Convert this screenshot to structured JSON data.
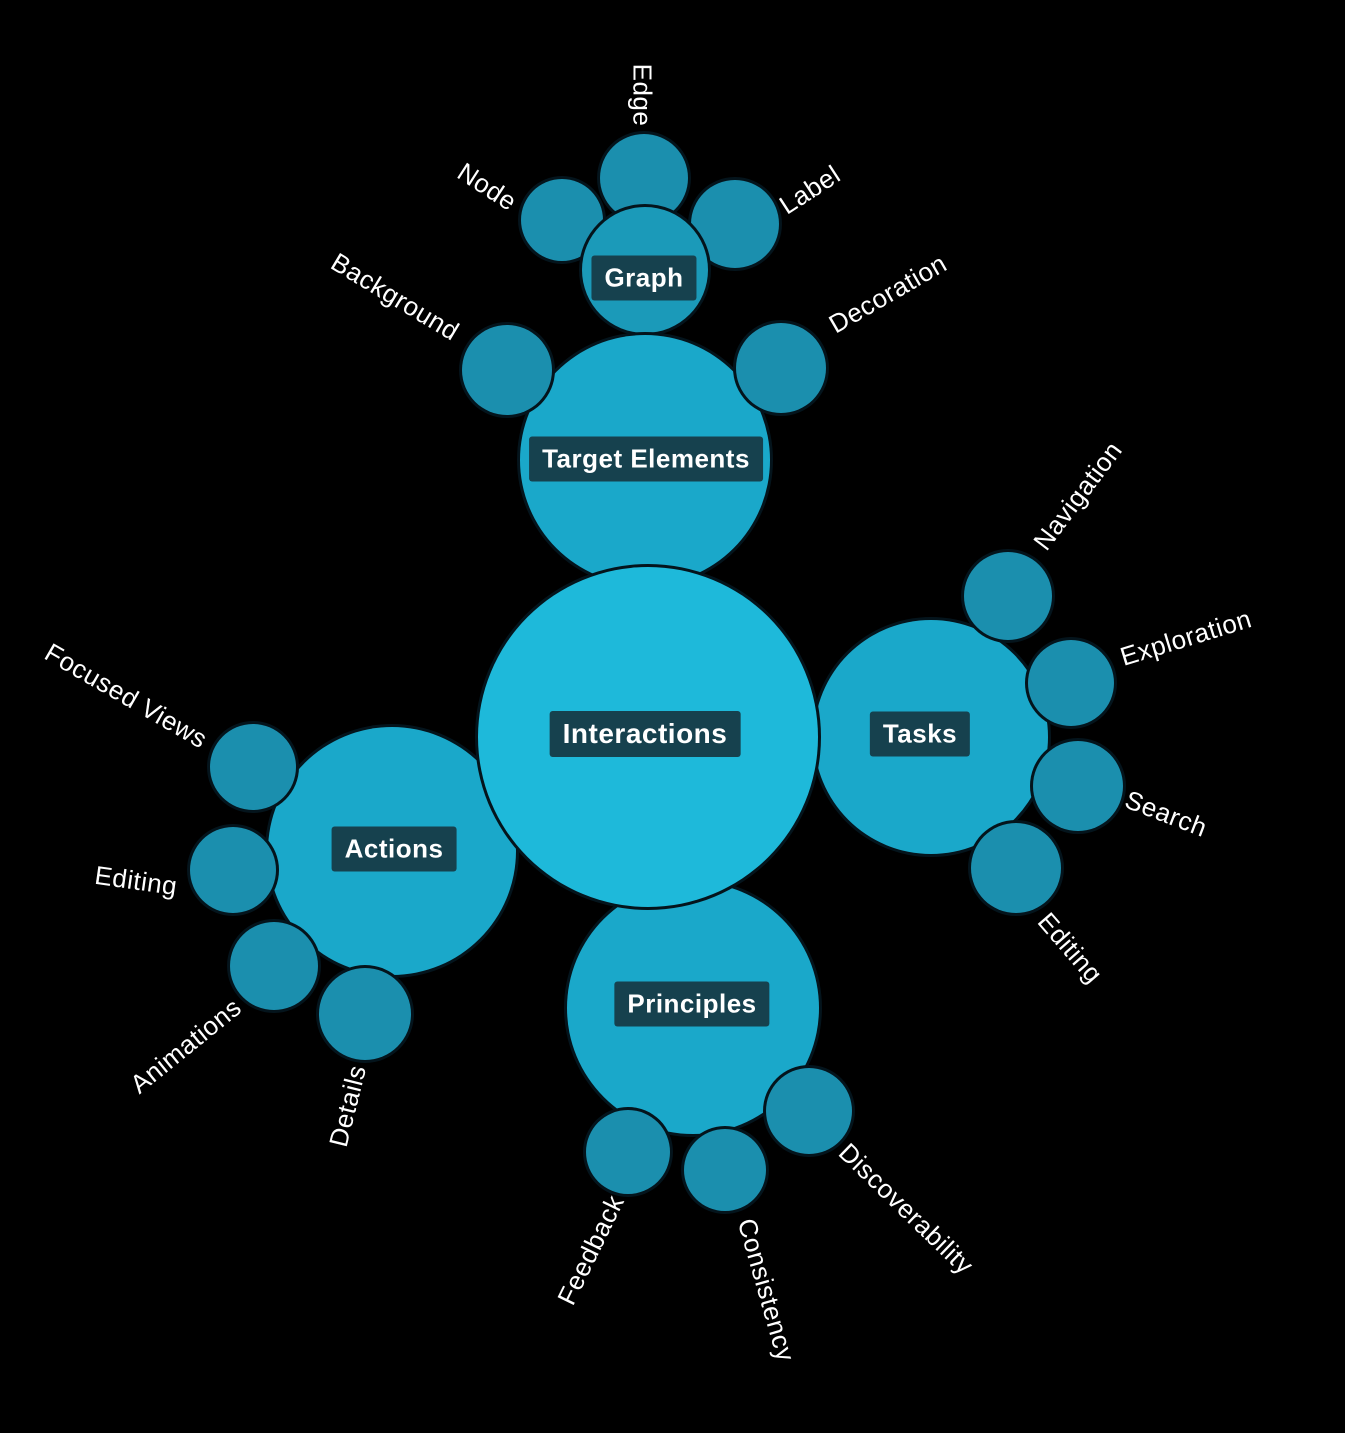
{
  "diagram": {
    "root": {
      "label": "Interactions"
    },
    "branches": [
      {
        "label": "Target Elements",
        "children": [
          {
            "label": "Background"
          },
          {
            "label": "Decoration"
          }
        ],
        "subnode": {
          "label": "Graph",
          "children": [
            {
              "label": "Node"
            },
            {
              "label": "Edge"
            },
            {
              "label": "Label"
            }
          ]
        }
      },
      {
        "label": "Tasks",
        "children": [
          {
            "label": "Navigation"
          },
          {
            "label": "Exploration"
          },
          {
            "label": "Search"
          },
          {
            "label": "Editing"
          }
        ]
      },
      {
        "label": "Actions",
        "children": [
          {
            "label": "Focused Views"
          },
          {
            "label": "Editing"
          },
          {
            "label": "Animations"
          },
          {
            "label": "Details"
          }
        ]
      },
      {
        "label": "Principles",
        "children": [
          {
            "label": "Feedback"
          },
          {
            "label": "Consistency"
          },
          {
            "label": "Discoverability"
          }
        ]
      }
    ],
    "colors": {
      "background": "#000000",
      "center_node": "#1eb9da",
      "branch_node": "#1aa8ca",
      "subbranch_node": "#1b9ab9",
      "leaf_node": "#1b8fae",
      "label_chip_bg": "#16414e",
      "label_text": "#ffffff"
    }
  }
}
